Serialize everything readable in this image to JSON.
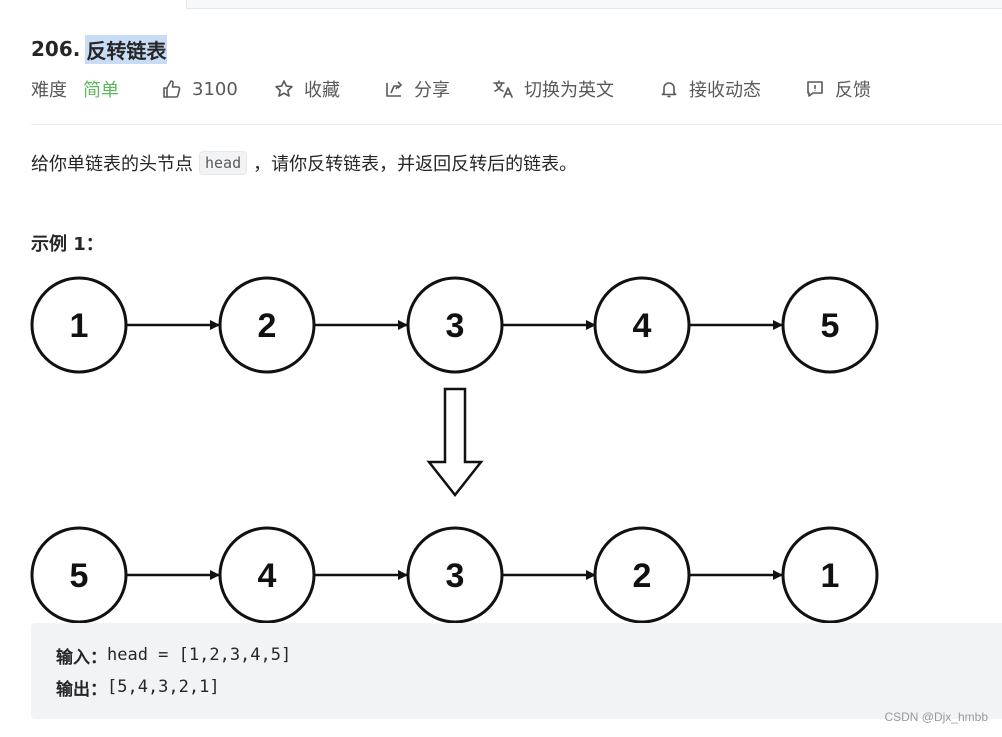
{
  "problem": {
    "number": "206.",
    "title": "反转链表"
  },
  "meta": {
    "difficulty_label": "难度",
    "difficulty_value": "简单",
    "likes": "3100",
    "favorite_label": "收藏",
    "share_label": "分享",
    "translate_label": "切换为英文",
    "subscribe_label": "接收动态",
    "feedback_label": "反馈",
    "difficulty_color": "#5cb85c",
    "icons": [
      "thumbs-up-icon",
      "star-icon",
      "share-icon",
      "translate-icon",
      "bell-icon",
      "feedback-icon"
    ]
  },
  "description": {
    "before": "给你单链表的头节点",
    "code": "head",
    "after": "，请你反转链表，并返回反转后的链表。"
  },
  "example": {
    "title": "示例 1：",
    "diagram": {
      "top_nodes": [
        "1",
        "2",
        "3",
        "4",
        "5"
      ],
      "bottom_nodes": [
        "5",
        "4",
        "3",
        "2",
        "1"
      ]
    },
    "input_label": "输入：",
    "input_value": "head = [1,2,3,4,5]",
    "output_label": "输出：",
    "output_value": "[5,4,3,2,1]"
  },
  "watermark": "CSDN @Djx_hmbb"
}
